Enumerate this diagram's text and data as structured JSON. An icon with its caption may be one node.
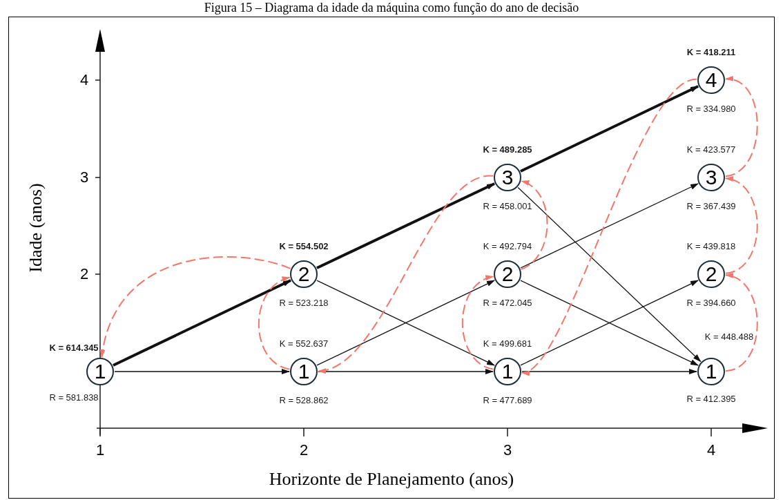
{
  "diagram": {
    "title": "Figura 15 – Diagrama da idade da máquina como função do ano de decisão",
    "nodes": [
      {
        "text": [
          "1"
        ],
        "beside": [
          "K = 614.345",
          "R = 581.838"
        ]
      },
      {
        "text": [
          "2"
        ],
        "beside": [
          "K = 554.502",
          "R = 523.218"
        ]
      },
      {
        "text": [
          "1"
        ],
        "beside": [
          "K = 552.637",
          "R = 528.862"
        ]
      },
      {
        "text": [
          "3"
        ],
        "beside": [
          "K = 489.285",
          "R = 458.001"
        ]
      },
      {
        "text": [
          "2"
        ],
        "beside": [
          "K = 492.794",
          "R = 472.045"
        ]
      },
      {
        "text": [
          "1"
        ],
        "beside": [
          "K = 499.681",
          "R = 477.689"
        ]
      },
      {
        "text": [
          "4"
        ],
        "beside": [
          "K = 418.211",
          "R = 334.980"
        ]
      },
      {
        "text": [
          "3"
        ],
        "beside": [
          "K = 423.577",
          "R = 367.439"
        ]
      },
      {
        "text": [
          "2"
        ],
        "beside": [
          "K = 439.818",
          "R = 394.660"
        ]
      },
      {
        "text": [
          "1"
        ],
        "beside": [
          "K = 448.488",
          "R = 412.395"
        ]
      }
    ],
    "edges": [
      {
        "from": 0,
        "to": 1,
        "arrow": "to",
        "style": "thick"
      },
      {
        "from": 0,
        "to": 2,
        "arrow": "to"
      },
      {
        "from": 1,
        "to": 3,
        "arrow": "to",
        "style": "thick"
      },
      {
        "from": 1,
        "to": 5,
        "arrow": "to"
      },
      {
        "from": 2,
        "to": 4,
        "arrow": "to"
      },
      {
        "from": 2,
        "to": 5,
        "arrow": "to"
      },
      {
        "from": 3,
        "to": 6,
        "arrow": "to",
        "style": "thick"
      },
      {
        "from": 3,
        "to": 9,
        "arrow": "to"
      },
      {
        "from": 4,
        "to": 7,
        "arrow": "to"
      },
      {
        "from": 4,
        "to": 9,
        "arrow": "to"
      },
      {
        "from": 5,
        "to": 8,
        "arrow": "to"
      },
      {
        "from": 5,
        "to": 9,
        "arrow": "to"
      },
      {
        "from": 1,
        "to": 0,
        "arrow": "to",
        "style": "dashed",
        "color": "#f2776b"
      },
      {
        "from": 2,
        "to": 1,
        "arrow": "to",
        "style": "dashed",
        "color": "#f2776b"
      },
      {
        "from": 3,
        "to": 2,
        "arrow": "to",
        "style": "dashed",
        "color": "#f2776b"
      },
      {
        "from": 4,
        "to": 3,
        "arrow": "to",
        "style": "dashed",
        "color": "#f2776b"
      },
      {
        "from": 5,
        "to": 4,
        "arrow": "to",
        "style": "dashed",
        "color": "#f2776b"
      },
      {
        "from": 6,
        "to": 5,
        "arrow": "to",
        "style": "dashed",
        "color": "#f2776b"
      },
      {
        "from": 7,
        "to": 6,
        "arrow": "to",
        "style": "dashed",
        "color": "#f2776b"
      },
      {
        "from": 8,
        "to": 7,
        "arrow": "to",
        "style": "dashed",
        "color": "#f2776b"
      },
      {
        "from": 9,
        "to": 8,
        "arrow": "to",
        "style": "dashed",
        "color": "#f2776b"
      }
    ],
    "labels": [
      "4",
      "3",
      "2",
      "1",
      "2",
      "3",
      "4",
      "Idade (anos)",
      "Horizonte de Planejamento (anos)"
    ]
  }
}
